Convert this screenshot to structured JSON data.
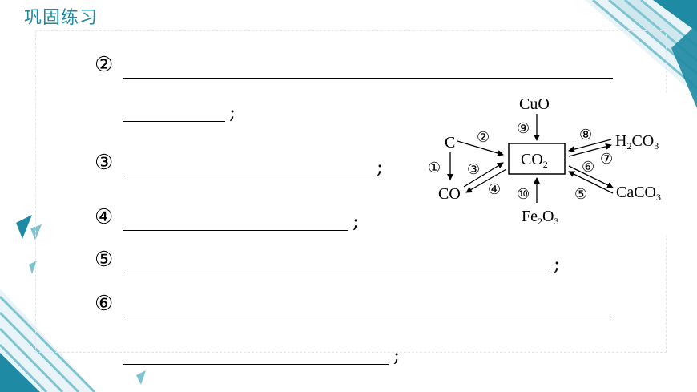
{
  "header": {
    "title": "巩固练习"
  },
  "exercises": [
    {
      "label": "②",
      "tail": ";"
    },
    {
      "label": "③",
      "tail": ";"
    },
    {
      "label": "④",
      "tail": ";"
    },
    {
      "label": "⑤",
      "tail": ";"
    },
    {
      "label": "⑥",
      "tail": ";"
    }
  ],
  "diagram": {
    "center": "CO",
    "center_sub": "2",
    "nodes": {
      "cuo": "CuO",
      "c": "C",
      "co": "CO",
      "h2co3_a": "H",
      "h2co3_sub": "2",
      "h2co3_b": "CO",
      "h2co3_sub2": "3",
      "caco3_a": "CaCO",
      "caco3_sub": "3",
      "fe2o3_a": "Fe",
      "fe2o3_sub": "2",
      "fe2o3_b": "O",
      "fe2o3_sub2": "3"
    },
    "arrow_labels": [
      "①",
      "②",
      "③",
      "④",
      "⑤",
      "⑥",
      "⑦",
      "⑧",
      "⑨",
      "⑩"
    ]
  },
  "colors": {
    "accent": "#1e8aa3",
    "accent_light": "#7fc3d1"
  }
}
